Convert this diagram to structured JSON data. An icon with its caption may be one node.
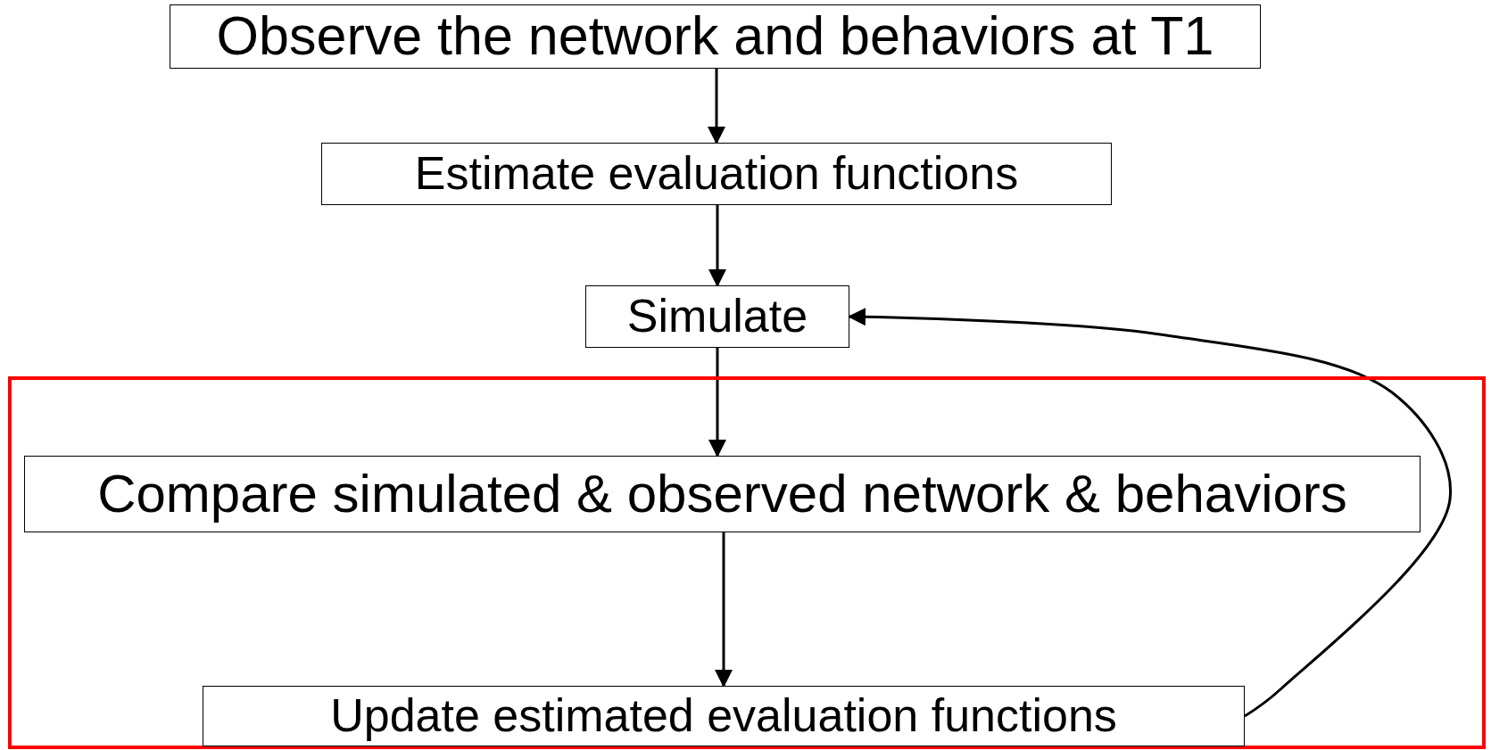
{
  "diagram": {
    "nodes": [
      {
        "text": [
          "Observe the network and behaviors at T1"
        ]
      },
      {
        "text": [
          "Estimate evaluation functions"
        ]
      },
      {
        "text": [
          "Simulate"
        ]
      },
      {
        "text": [],
        "shape": "box"
      },
      {
        "text": [
          "Compare simulated & observed network & behaviors"
        ],
        "in": 3
      },
      {
        "text": [
          "Update estimated evaluation functions"
        ],
        "in": 3
      }
    ],
    "edges": [
      {
        "from": 0,
        "to": 1,
        "arrow": "to"
      },
      {
        "from": 1,
        "to": 2,
        "arrow": "to"
      },
      {
        "from": 2,
        "to": 4,
        "arrow": "to"
      },
      {
        "from": 4,
        "to": 5,
        "arrow": "to"
      },
      {
        "from": 5,
        "to": 2,
        "arrow": "to"
      }
    ]
  }
}
